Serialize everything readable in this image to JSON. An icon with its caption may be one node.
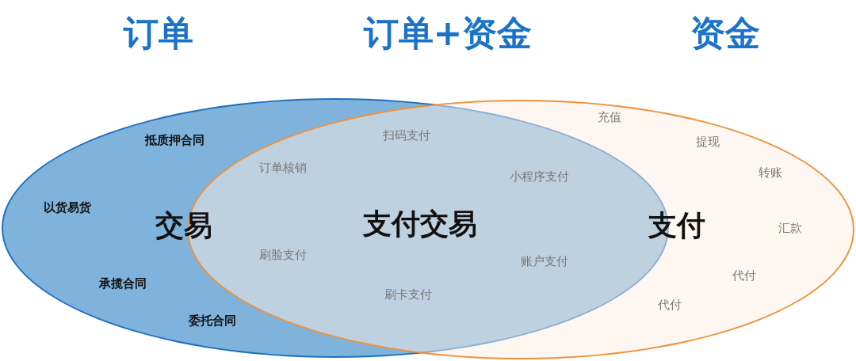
{
  "diagram": {
    "nodes": [
      {
        "text": [
          "交易"
        ]
      },
      {
        "text": [
          "支付"
        ]
      }
    ],
    "labels": [
      "订单",
      "订单+资金",
      "资金",
      "抵质押合同",
      "以货易货",
      "承揽合同",
      "委托合同",
      "扫码支付",
      "订单核销",
      "小程序支付",
      "支付交易",
      "刷脸支付",
      "账户支付",
      "刷卡支付",
      "充值",
      "提现",
      "转账",
      "汇款",
      "代付",
      "代付"
    ]
  }
}
